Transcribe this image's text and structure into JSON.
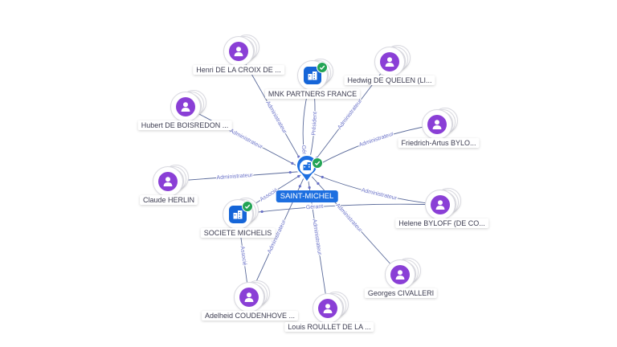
{
  "center": {
    "label": "SAINT-MICHEL"
  },
  "nodes": [
    {
      "id": "henri",
      "label": "Henri DE LA CROIX DE ...",
      "kind": "person"
    },
    {
      "id": "mnk",
      "label": "MNK PARTNERS FRANCE",
      "kind": "company",
      "verified": true
    },
    {
      "id": "hedwig",
      "label": "Hedwig DE QUELEN (LI...",
      "kind": "person"
    },
    {
      "id": "hubert",
      "label": "Hubert DE BOISREDON ...",
      "kind": "person"
    },
    {
      "id": "friedrich",
      "label": "Friedrich-Artus BYLO...",
      "kind": "person"
    },
    {
      "id": "claude",
      "label": "Claude HERLIN",
      "kind": "person"
    },
    {
      "id": "helene",
      "label": "Helene BYLOFF (DE CO...",
      "kind": "person"
    },
    {
      "id": "michelis",
      "label": "SOCIETE MICHELIS",
      "kind": "company",
      "verified": true
    },
    {
      "id": "georges",
      "label": "Georges CIVALLERI",
      "kind": "person"
    },
    {
      "id": "adelheid",
      "label": "Adelheid COUDENHOVE ...",
      "kind": "person"
    },
    {
      "id": "louis",
      "label": "Louis ROULLET DE LA ...",
      "kind": "person"
    }
  ],
  "edges": [
    {
      "from": "henri",
      "to": "center",
      "label": "Administrateur"
    },
    {
      "from": "mnk",
      "to": "center",
      "label": "Président"
    },
    {
      "from": "mnk",
      "to": "center",
      "label": "Gér"
    },
    {
      "from": "hedwig",
      "to": "center",
      "label": "Administrateur"
    },
    {
      "from": "hubert",
      "to": "center",
      "label": "Administrateur"
    },
    {
      "from": "friedrich",
      "to": "center",
      "label": "Administrateur"
    },
    {
      "from": "claude",
      "to": "center",
      "label": "Administrateur"
    },
    {
      "from": "helene",
      "to": "center",
      "label": "Administrateur"
    },
    {
      "from": "helene",
      "to": "michelis",
      "label": "Gérant"
    },
    {
      "from": "michelis",
      "to": "center",
      "label": "Associé"
    },
    {
      "from": "georges",
      "to": "center",
      "label": "Administrateur"
    },
    {
      "from": "adelheid",
      "to": "center",
      "label": "Administrateur"
    },
    {
      "from": "adelheid",
      "to": "michelis",
      "label": "Associé"
    },
    {
      "from": "louis",
      "to": "center",
      "label": "Administrateur"
    }
  ],
  "colors": {
    "edge": "#5a6a9a",
    "edge_label": "#6a72c8",
    "person": "#8a3fd6",
    "company": "#1565d8",
    "center": "#1d6fe0",
    "verified": "#23a455"
  },
  "icons": {
    "person": "person-icon",
    "company": "building-icon",
    "check": "check-icon"
  }
}
